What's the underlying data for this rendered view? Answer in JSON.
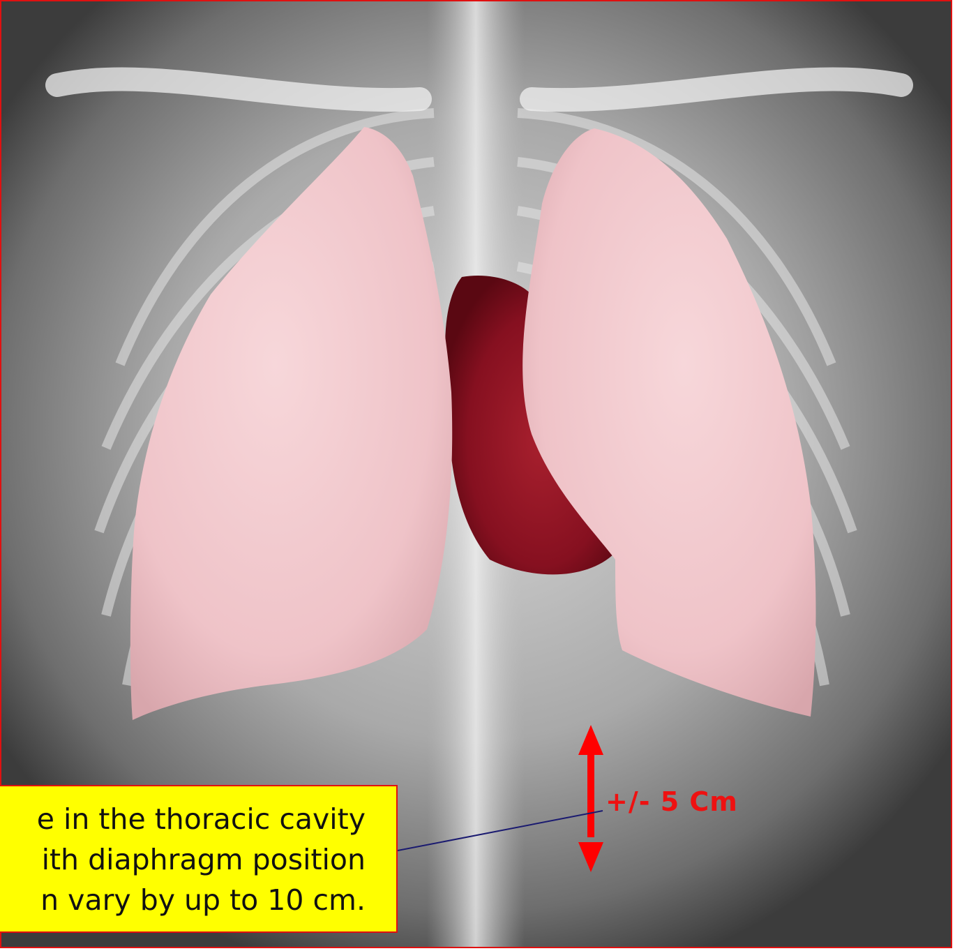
{
  "image": {
    "description_icon": "chest-xray-with-lungs-and-heart",
    "accent_color": "#ff0000",
    "lung_color": "#f0c4c8",
    "heart_color": "#8c1020"
  },
  "callout": {
    "lines": [
      "e in the thoracic cavity",
      "ith diaphragm position",
      "n vary by up to 10 cm."
    ],
    "background": "#ffff00",
    "border": "#ff0000"
  },
  "measurement": {
    "label": "+/- 5 Cm",
    "arrow_icon": "double-arrow-vertical-icon"
  }
}
